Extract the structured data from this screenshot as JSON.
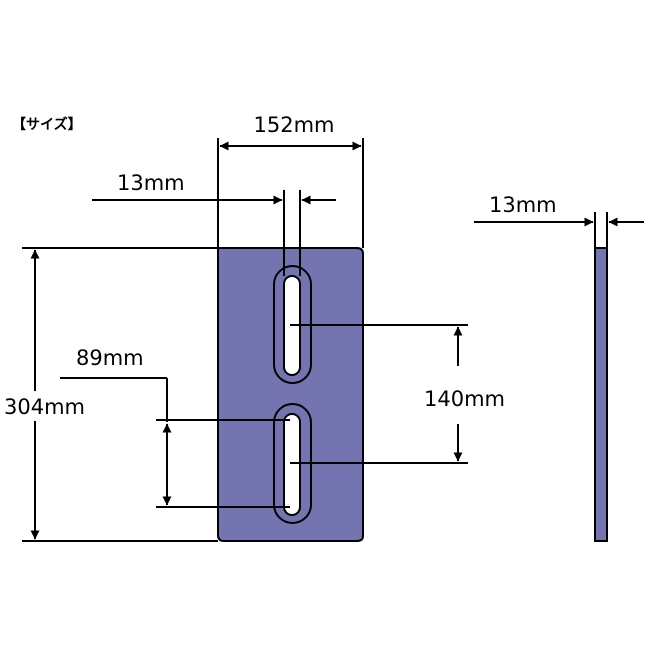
{
  "section_label": "【サイズ】",
  "colors": {
    "plate_fill": "#7474B0",
    "line": "#000000",
    "slot_inner": "#ffffff"
  },
  "dimensions": {
    "width_label": "152mm",
    "slot_width_label": "13mm",
    "thickness_label": "13mm",
    "height_label": "304mm",
    "slot_length_label": "89mm",
    "slot_spacing_label": "140mm"
  }
}
